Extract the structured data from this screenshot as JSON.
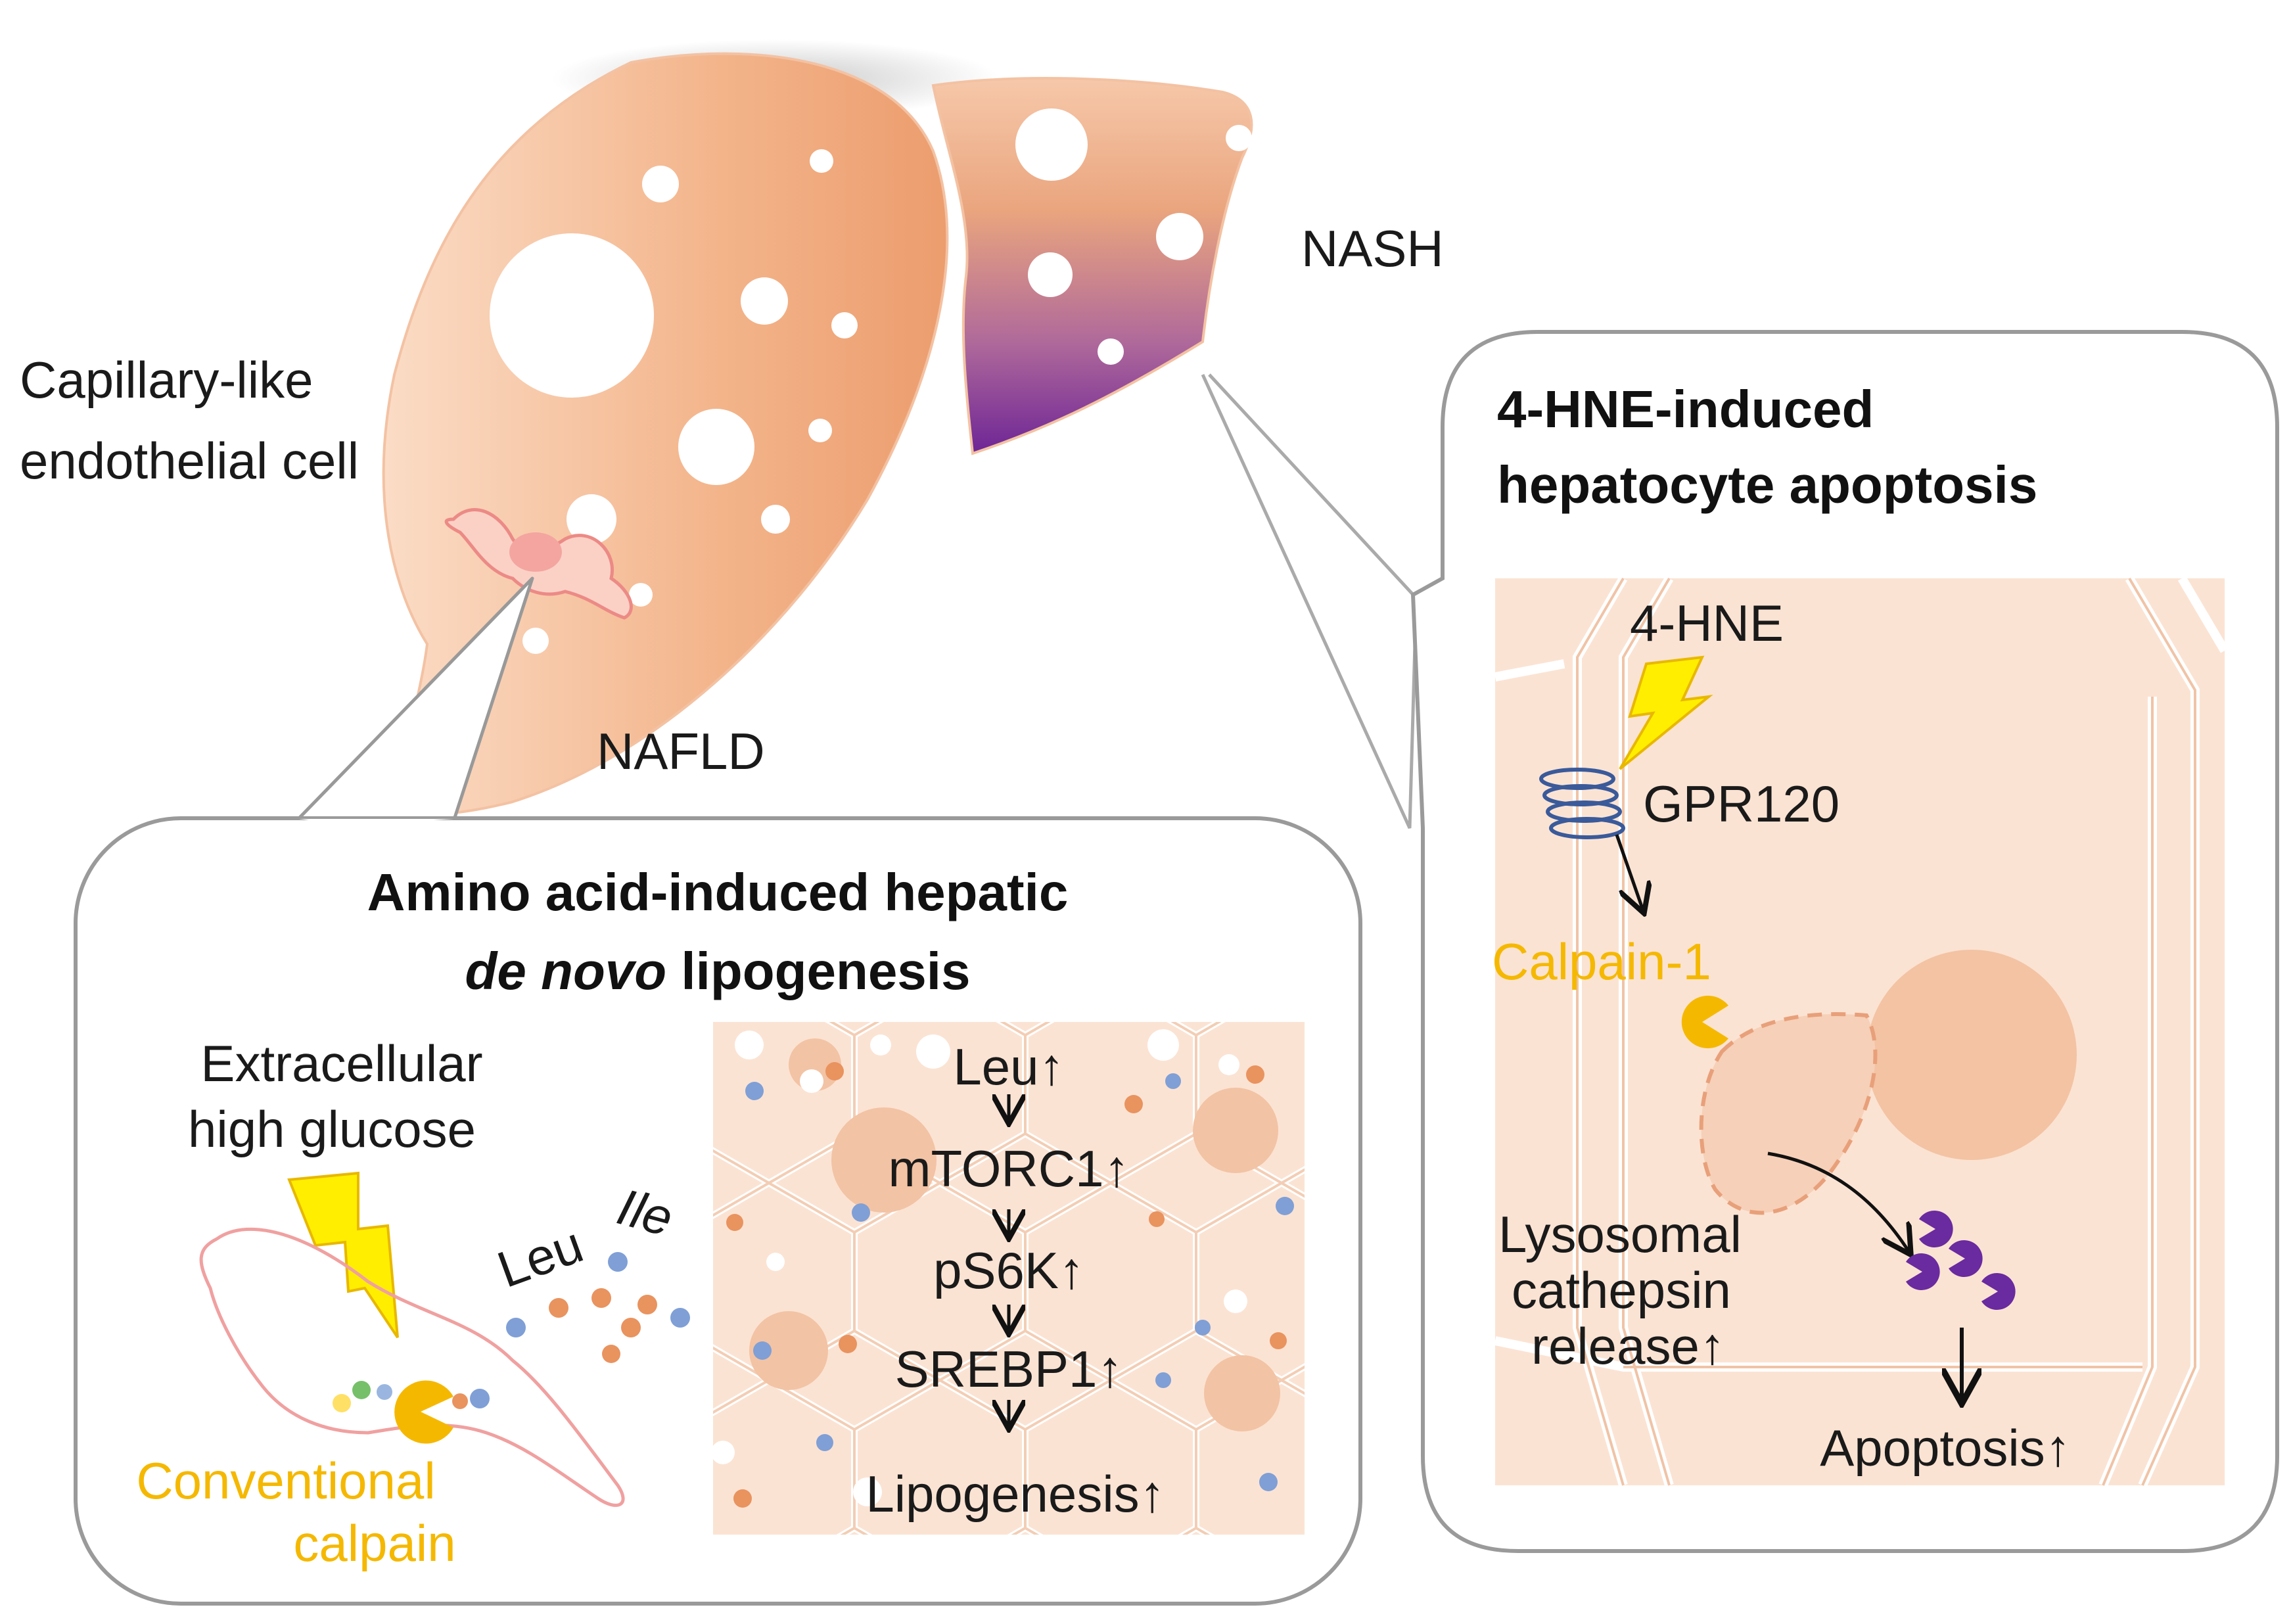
{
  "liver": {
    "nash_label": "NASH",
    "nafld_label": "NAFLD",
    "endothelial_label_line1": "Capillary-like",
    "endothelial_label_line2": "endothelial cell"
  },
  "left_panel": {
    "title_line1": "Amino acid-induced hepatic",
    "title_line2_italic": "de novo",
    "title_line2_rest": " lipogenesis",
    "glucose_line1": "Extracellular",
    "glucose_line2": "high glucose",
    "calpain_line1": "Conventional",
    "calpain_line2": "calpain",
    "aa_leu": "Leu",
    "aa_ile": "Ile",
    "cascade": [
      "Leu↑",
      "mTORC1↑",
      "pS6K↑",
      "SREBP1↑",
      "Lipogenesis↑"
    ]
  },
  "right_panel": {
    "title_line1": "4-HNE-induced",
    "title_line2": "hepatocyte apoptosis",
    "hne": "4-HNE",
    "gpr": "GPR120",
    "calpain1": "Calpain-1",
    "lyso_line1": "Lysosomal",
    "lyso_line2": "cathepsin",
    "lyso_line3": "release↑",
    "apoptosis": "Apoptosis↑"
  },
  "colors": {
    "liver": "#f0a070",
    "nash_purple": "#7a2a9a",
    "calpain_yellow": "#f5b800",
    "lightning": "#ffe600",
    "cathepsin": "#6a2aa0",
    "dot_blue": "#7f9fd6",
    "dot_orange": "#e9935f"
  }
}
